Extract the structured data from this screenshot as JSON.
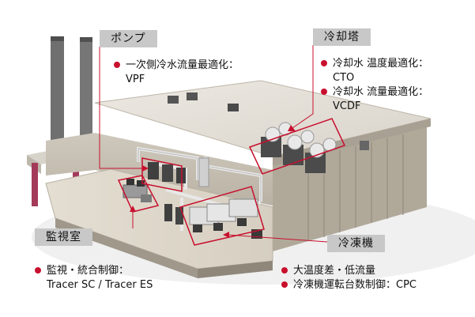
{
  "callouts": {
    "pump": {
      "label": "ポンプ",
      "items": [
        {
          "line1": "一次側冷水流量最適化：",
          "line2": "VPF"
        }
      ]
    },
    "cooling_tower": {
      "label": "冷却塔",
      "items": [
        {
          "line1": "冷却水 温度最適化：",
          "line2": "CTO"
        },
        {
          "line1": "冷却水 流量最適化：",
          "line2": "VCDF"
        }
      ]
    },
    "monitoring_room": {
      "label": "監視室",
      "items": [
        {
          "line1": "監視・統合制御：",
          "line2": "Tracer SC / Tracer ES"
        }
      ]
    },
    "chiller": {
      "label": "冷凍機",
      "items": [
        {
          "line1": "大温度差・低流量"
        },
        {
          "line1": "冷凍機運転台数制御：CPC"
        }
      ]
    }
  },
  "colors": {
    "accent": "#c8102e",
    "label_bg": "#c8c8c8"
  }
}
